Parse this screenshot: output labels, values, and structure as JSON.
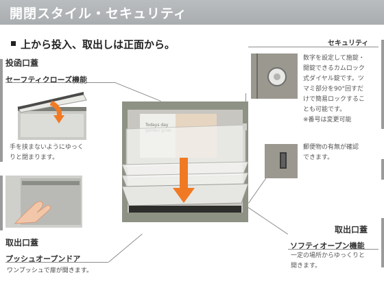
{
  "header": {
    "title": "開閉スタイル・セキュリティ",
    "subtitle": "上から投入、取出しは正面から。"
  },
  "left_top": {
    "section": "投函口蓋",
    "feature": "セーフティクローズ機能",
    "desc_lines": [
      "手を挟まないようにゆっく",
      "りと閉まります。"
    ]
  },
  "left_bottom": {
    "section": "取出口蓋",
    "feature": "プッシュオープンドア",
    "desc": "ワンプッシュで扉が開きます。"
  },
  "right_top": {
    "section": "セキュリティ",
    "desc_lines": [
      "数字を設定して施錠・",
      "開錠できるカムロック",
      "式ダイヤル錠です。ツ",
      "マミ部分を90°回すだ",
      "けで簡易ロックするこ",
      "とも可能です。",
      "※番号は変更可能"
    ]
  },
  "right_middle": {
    "desc_lines": [
      "郵便物の有無が確認",
      "できます。"
    ]
  },
  "right_bottom": {
    "section": "取出口蓋",
    "feature": "ソフティオープン機能",
    "desc_lines": [
      "一定の場所からゆっくりと",
      "開きます。"
    ]
  },
  "colors": {
    "header_band": "#b0b4b6",
    "mailbox_frame": "#8d9284",
    "arrow": "#f07a24"
  },
  "icons": [
    "arrow-down-icon",
    "dial-lock-icon",
    "hand-icon"
  ]
}
